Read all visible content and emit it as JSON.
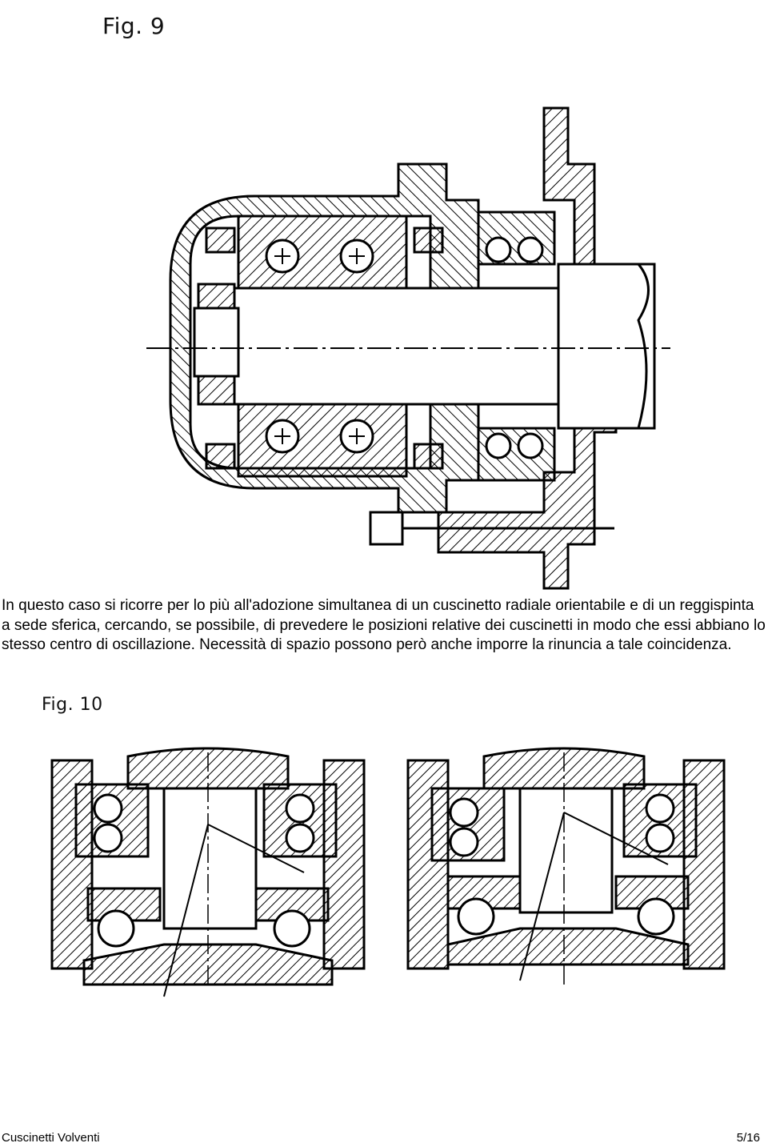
{
  "figure_9": {
    "label": "Fig. 9"
  },
  "paragraph": "In questo caso si ricorre per lo più all'adozione simultanea di un cuscinetto radiale orientabile e di un reggispinta a sede sferica, cercando, se possibile, di prevedere le posizioni relative dei cuscinetti in modo che essi abbiano lo stesso centro di oscillazione. Necessità di spazio possono però anche imporre la rinuncia a tale coincidenza.",
  "figure_10": {
    "label": "Fig. 10"
  },
  "footer": {
    "title": "Cuscinetti Volventi",
    "page": "5/16"
  }
}
